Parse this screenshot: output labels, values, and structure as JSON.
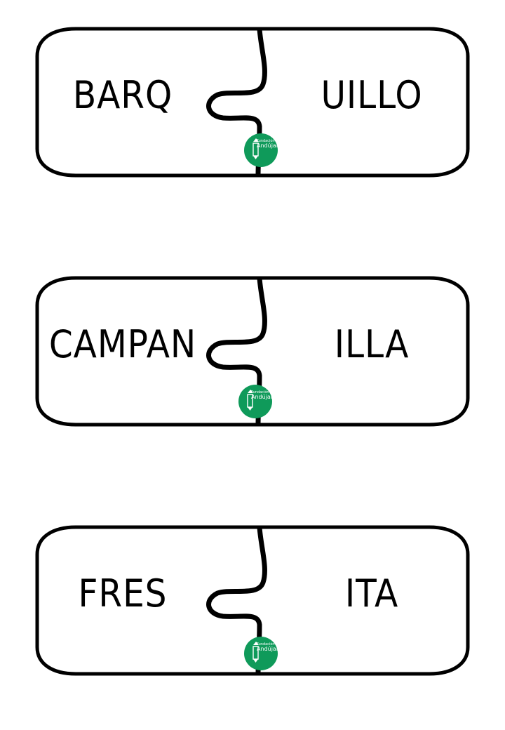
{
  "pieces": [
    {
      "left": "BARQ",
      "right": "UILLO"
    },
    {
      "left": "CAMPAN",
      "right": "ILLA"
    },
    {
      "left": "FRES",
      "right": "ITA"
    }
  ],
  "logo": {
    "small_text": "Fundación",
    "big_text": "Andújar",
    "color": "#0f9a5a",
    "icon": "pencil-logo-icon"
  }
}
